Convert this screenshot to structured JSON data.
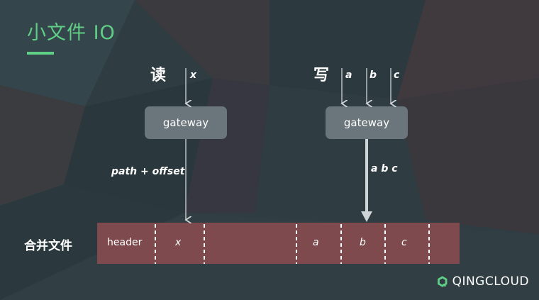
{
  "title": "小文件 IO",
  "read": {
    "label": "读",
    "var": "x",
    "gateway": "gateway",
    "edge_label": "path + offset"
  },
  "write": {
    "label": "写",
    "vars": [
      "a",
      "b",
      "c"
    ],
    "gateway": "gateway",
    "edge_label": "a b c"
  },
  "merged": {
    "label": "合并文件",
    "cells": [
      "header",
      "x",
      "a",
      "b",
      "c"
    ]
  },
  "logo": {
    "text": "QINGCLOUD",
    "accent": "#5fcf86"
  },
  "colors": {
    "title": "#5fcf86",
    "gateway": "#6b767c",
    "bar": "#7f4a4d",
    "arrow": "#cfd4d6"
  }
}
